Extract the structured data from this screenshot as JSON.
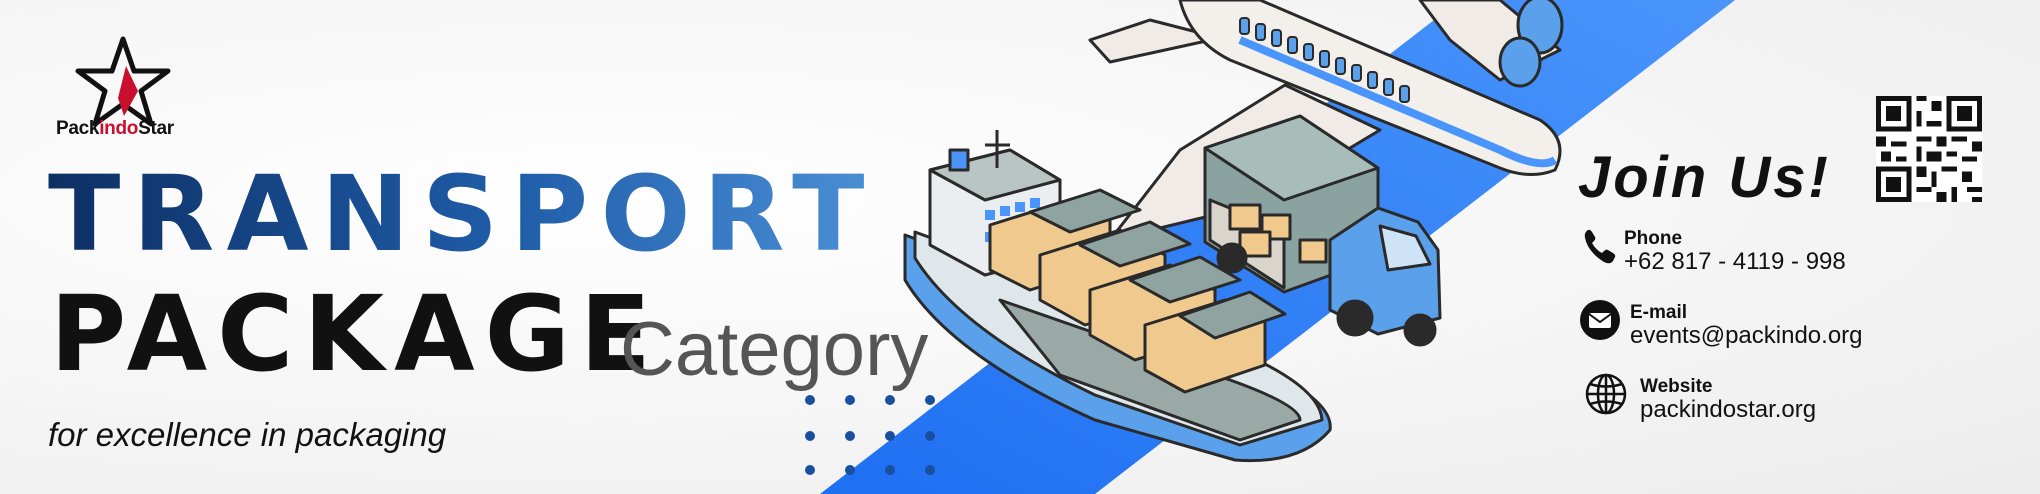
{
  "brand": {
    "name_prefix": "Pack",
    "name_middle": "indo",
    "name_suffix": "Star",
    "accent_color": "#c8102e"
  },
  "headline": {
    "line1": "TRANSPORT",
    "line2": "PACKAGE",
    "category": "Category",
    "tagline": "for excellence in packaging"
  },
  "cta": {
    "join": "Join Us!"
  },
  "contacts": {
    "phone": {
      "label": "Phone",
      "value": "+62 817 - 4119 - 998",
      "icon": "phone-icon"
    },
    "email": {
      "label": "E-mail",
      "value": "events@packindo.org",
      "icon": "envelope-icon"
    },
    "website": {
      "label": "Website",
      "value": "packindostar.org",
      "icon": "globe-icon"
    }
  },
  "colors": {
    "road_blue": "#2f7ff5",
    "ship_blue": "#5aa0ea",
    "title_dark_blue": "#0d2f63",
    "title_light_blue": "#4a8fd6"
  }
}
